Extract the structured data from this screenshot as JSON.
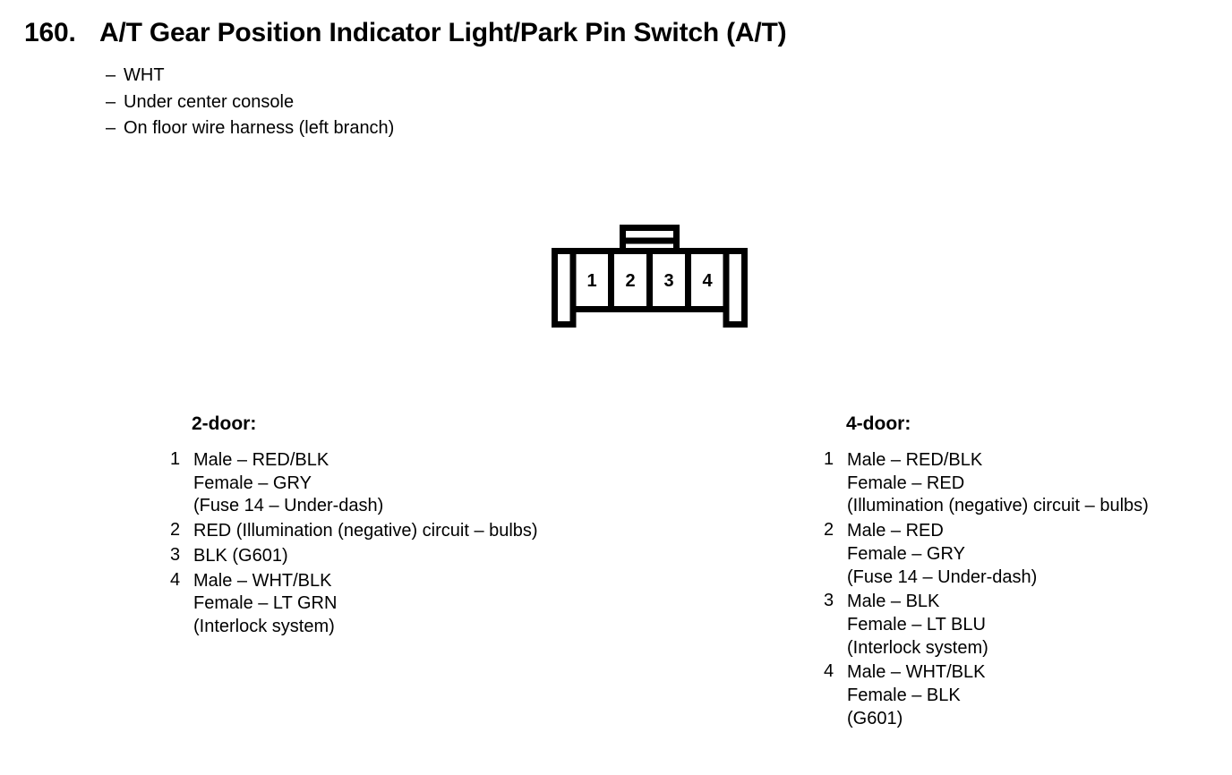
{
  "heading": {
    "number": "160.",
    "title": "A/T Gear Position Indicator Light/Park Pin Switch (A/T)",
    "bullets": [
      {
        "dash": "–",
        "text": "WHT"
      },
      {
        "dash": "–",
        "text": "Under center console"
      },
      {
        "dash": "–",
        "text": "On floor wire harness (left branch)"
      }
    ]
  },
  "connector": {
    "name": "4-pin connector",
    "pin_labels": [
      "1",
      "2",
      "3",
      "4"
    ],
    "outline_color": "#000000",
    "fill_color": "#ffffff"
  },
  "columns": [
    {
      "heading": "2-door:",
      "entries": [
        {
          "number": "1",
          "lines": [
            "Male – RED/BLK",
            "Female – GRY",
            "(Fuse 14 – Under-dash)"
          ]
        },
        {
          "number": "2",
          "lines": [
            "RED (Illumination (negative) circuit – bulbs)"
          ]
        },
        {
          "number": "3",
          "lines": [
            "BLK (G601)"
          ]
        },
        {
          "number": "4",
          "lines": [
            "Male – WHT/BLK",
            "Female – LT GRN",
            "(Interlock system)"
          ]
        }
      ]
    },
    {
      "heading": "4-door:",
      "entries": [
        {
          "number": "1",
          "lines": [
            "Male – RED/BLK",
            "Female – RED",
            "(Illumination (negative) circuit – bulbs)"
          ]
        },
        {
          "number": "2",
          "lines": [
            "Male – RED",
            "Female – GRY",
            "(Fuse 14 – Under-dash)"
          ]
        },
        {
          "number": "3",
          "lines": [
            "Male – BLK",
            "Female – LT BLU",
            "(Interlock system)"
          ]
        },
        {
          "number": "4",
          "lines": [
            "Male – WHT/BLK",
            "Female – BLK",
            "(G601)"
          ]
        }
      ]
    }
  ]
}
